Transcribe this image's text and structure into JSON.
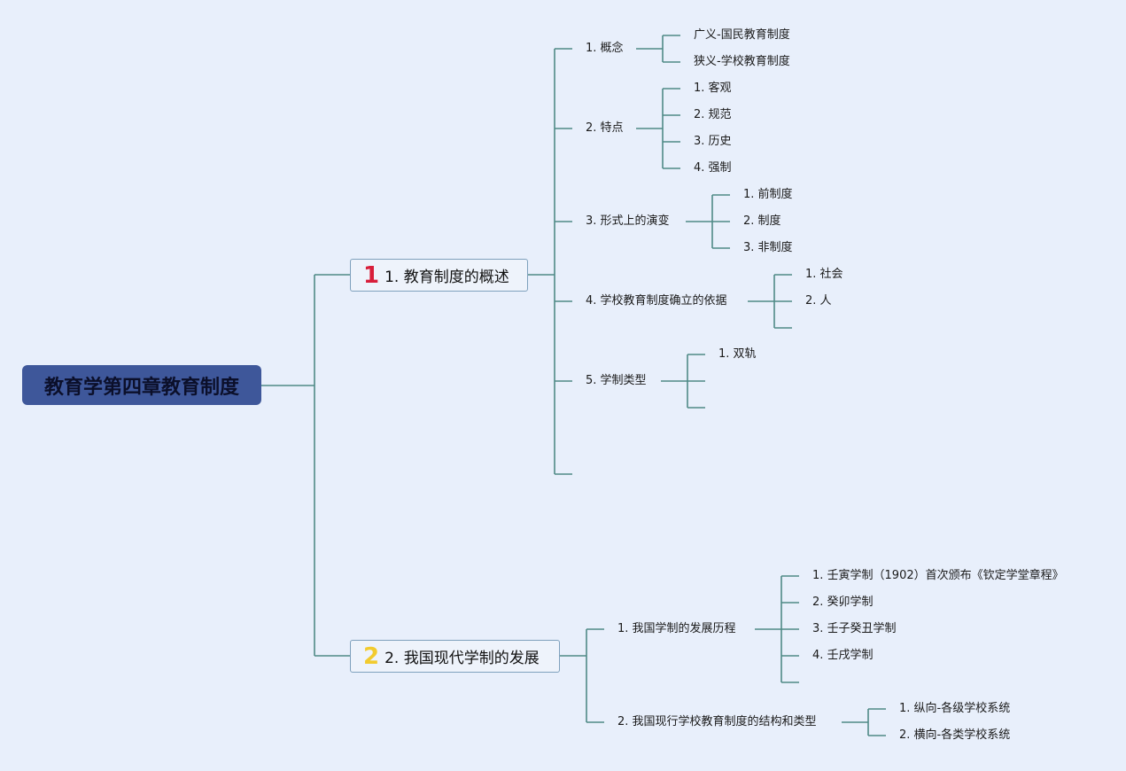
{
  "root": {
    "title": "教育学第四章教育制度"
  },
  "branches": [
    {
      "marker": "1",
      "marker_color": "#d81e3a",
      "label": "1. 教育制度的概述",
      "children": [
        {
          "label": "1. 概念",
          "children": [
            "广义-国民教育制度",
            "狭义-学校教育制度"
          ]
        },
        {
          "label": "2. 特点",
          "children": [
            "1. 客观",
            "2. 规范",
            "3. 历史",
            "4. 强制"
          ]
        },
        {
          "label": "3. 形式上的演变",
          "children": [
            "1. 前制度",
            "2. 制度",
            "3. 非制度"
          ]
        },
        {
          "label": "4. 学校教育制度确立的依据",
          "children": [
            "1. 社会",
            "2. 人"
          ]
        },
        {
          "label": "5. 学制类型",
          "children": [
            "1. 双轨"
          ]
        }
      ]
    },
    {
      "marker": "2",
      "marker_color": "#f2cb2e",
      "label": "2. 我国现代学制的发展",
      "children": [
        {
          "label": "1. 我国学制的发展历程",
          "children": [
            "1. 壬寅学制（1902）首次颁布《钦定学堂章程》",
            "2. 癸卯学制",
            "3. 壬子癸丑学制",
            "4. 壬戌学制"
          ]
        },
        {
          "label": "2. 我国现行学校教育制度的结构和类型",
          "children": [
            "1. 纵向-各级学校系统",
            "2. 横向-各类学校系统"
          ]
        }
      ]
    }
  ],
  "colors": {
    "connector": "#4f8a86",
    "root_fill": "#3e579a",
    "background": "#e8effb"
  }
}
